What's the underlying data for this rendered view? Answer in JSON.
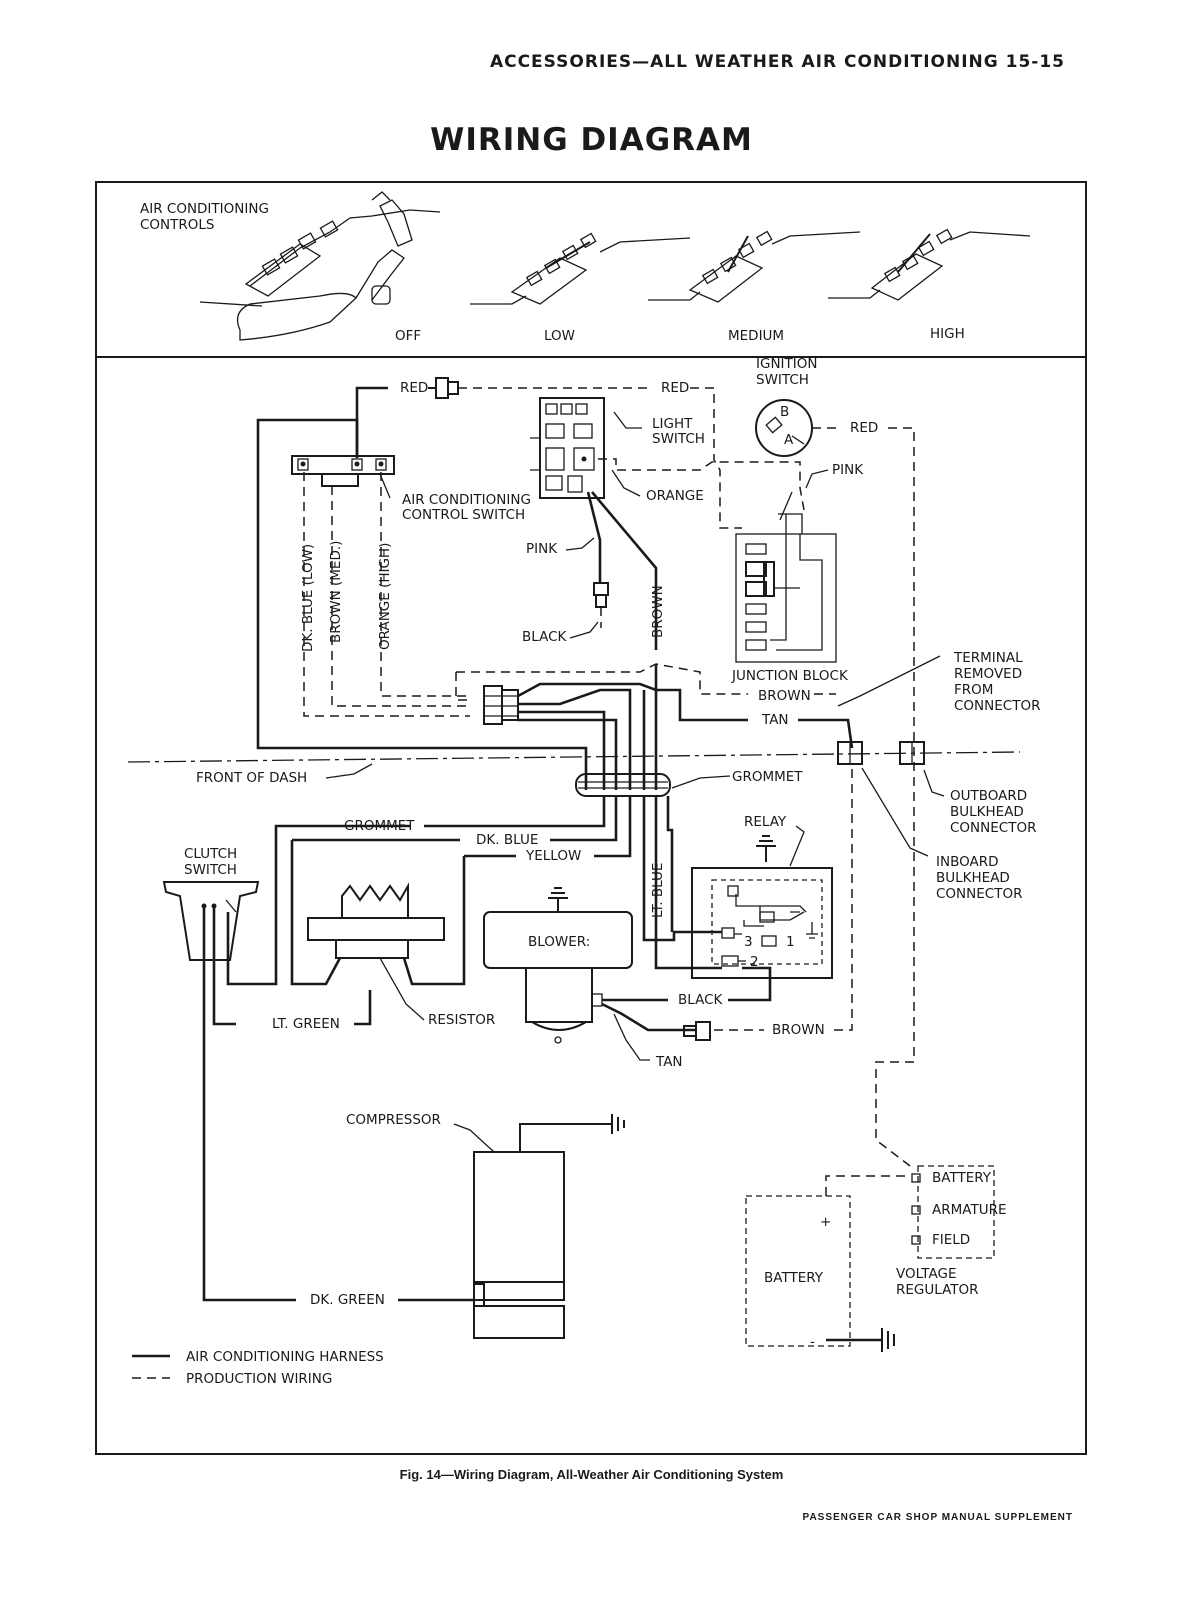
{
  "page": {
    "header": "ACCESSORIES—ALL WEATHER AIR CONDITIONING 15-15",
    "title": "WIRING DIAGRAM",
    "caption": "Fig. 14—Wiring Diagram, All-Weather Air Conditioning System",
    "footer": "PASSENGER CAR SHOP MANUAL SUPPLEMENT"
  },
  "controls_panel": {
    "label_line1": "AIR CONDITIONING",
    "label_line2": "CONTROLS",
    "positions": [
      "OFF",
      "LOW",
      "MEDIUM",
      "HIGH"
    ]
  },
  "components": {
    "ignition_switch_line1": "IGNITION",
    "ignition_switch_line2": "SWITCH",
    "ignition_terminal_b": "B",
    "ignition_terminal_a": "A",
    "light_switch_line1": "LIGHT",
    "light_switch_line2": "SWITCH",
    "ac_control_switch_line1": "AIR CONDITIONING",
    "ac_control_switch_line2": "CONTROL SWITCH",
    "junction_block": "JUNCTION BLOCK",
    "terminal_removed_lines": [
      "TERMINAL",
      "REMOVED",
      "FROM",
      "CONNECTOR"
    ],
    "front_of_dash": "FRONT OF DASH",
    "grommet_right": "GROMMET",
    "grommet_left": "GROMMET",
    "outboard_lines": [
      "OUTBOARD",
      "BULKHEAD",
      "CONNECTOR"
    ],
    "inboard_lines": [
      "INBOARD",
      "BULKHEAD",
      "CONNECTOR"
    ],
    "clutch_switch_line1": "CLUTCH",
    "clutch_switch_line2": "SWITCH",
    "relay": "RELAY",
    "relay_terminal_1": "1",
    "relay_terminal_2": "2",
    "relay_terminal_3": "3",
    "blower": "BLOWER:",
    "resistor": "RESISTOR",
    "compressor": "COMPRESSOR",
    "battery_terminal": "BATTERY",
    "armature_terminal": "ARMATURE",
    "field_terminal": "FIELD",
    "voltage_regulator_line1": "VOLTAGE",
    "voltage_regulator_line2": "REGULATOR",
    "battery": "BATTERY",
    "battery_plus": "+",
    "battery_minus": "-"
  },
  "wires": {
    "red_left": "RED",
    "red_top": "RED",
    "red_ignition": "RED",
    "pink_ignition": "PINK",
    "orange_light": "ORANGE",
    "pink_light": "PINK",
    "black_light": "BLACK",
    "brown_vertical": "BROWN",
    "dk_blue_low": "DK. BLUE (LOW)",
    "brown_med": "BROWN (MED.)",
    "orange_high": "ORANGE (HIGH)",
    "brown_junction": "BROWN",
    "tan_junction": "TAN",
    "dk_blue": "DK. BLUE",
    "yellow": "YELLOW",
    "lt_blue": "LT. BLUE",
    "lt_green": "LT. GREEN",
    "black_blower": "BLACK",
    "brown_blower": "BROWN",
    "tan_blower": "TAN",
    "dk_green": "DK. GREEN"
  },
  "legend": {
    "harness": "AIR CONDITIONING HARNESS",
    "production": "PRODUCTION WIRING"
  }
}
